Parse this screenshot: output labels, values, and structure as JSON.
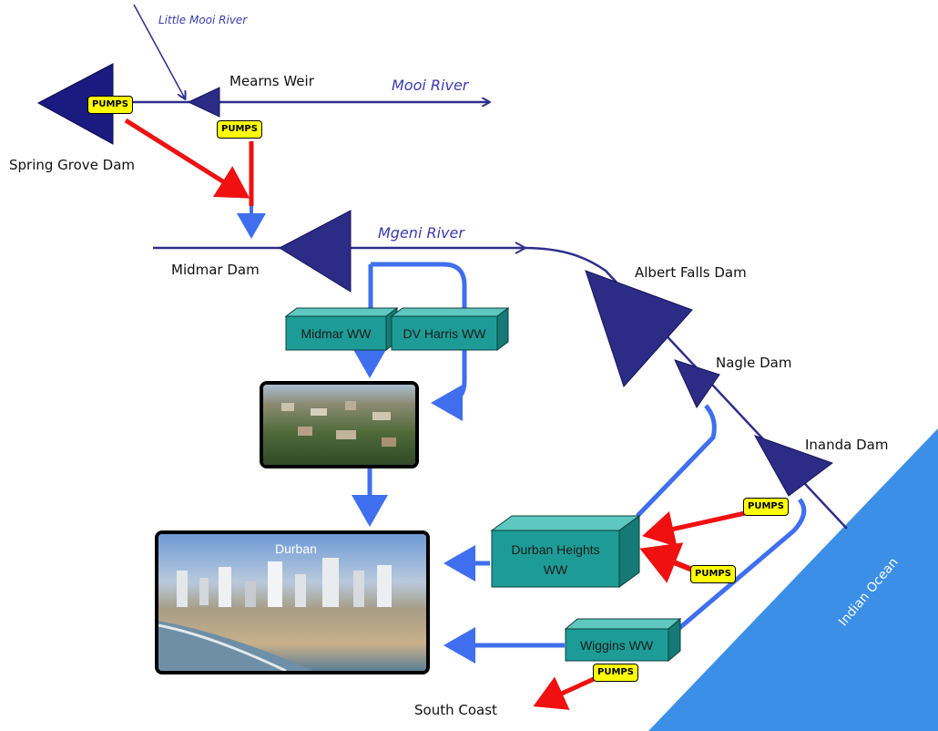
{
  "rivers": {
    "little_mooi": "Little Mooi River",
    "mooi": "Mooi River",
    "mgeni": "Mgeni River"
  },
  "dams": {
    "mearns": "Mearns Weir",
    "spring_grove": "Spring Grove Dam",
    "midmar": "Midmar Dam",
    "albert_falls": "Albert Falls Dam",
    "nagle": "Nagle Dam",
    "inanda": "Inanda Dam"
  },
  "works": {
    "midmar_ww": "Midmar WW",
    "dv_harris_ww": "DV Harris WW",
    "durban_heights_line1": "Durban Heights",
    "durban_heights_line2": "WW",
    "wiggins_ww": "Wiggins WW"
  },
  "pumps_label": "PUMPS",
  "cities": {
    "durban": "Durban"
  },
  "destinations": {
    "south_coast": "South Coast",
    "indian_ocean": "Indian Ocean"
  },
  "colors": {
    "river": "#2e2e8c",
    "dam": "#232380",
    "pipe": "#3f6fef",
    "pumped": "#f01010",
    "works": "#1d9c97",
    "pumps_badge": "#ffff00",
    "ocean": "#3b8fe6"
  }
}
